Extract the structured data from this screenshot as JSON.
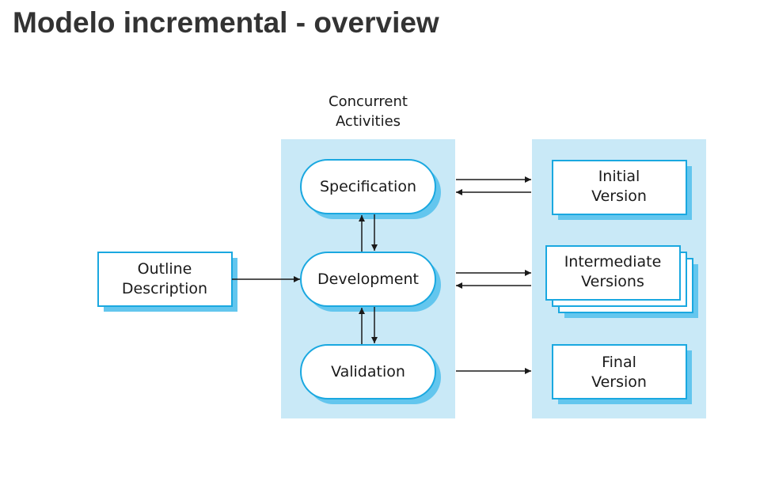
{
  "slide": {
    "title": "Modelo incremental - overview"
  },
  "diagram": {
    "concurrent_label": [
      "Concurrent",
      "Activities"
    ],
    "outline": [
      "Outline",
      "Description"
    ],
    "activities": {
      "specification": "Specification",
      "development": "Development",
      "validation": "Validation"
    },
    "versions": {
      "initial": [
        "Initial",
        "Version"
      ],
      "intermediate": [
        "Intermediate",
        "Versions"
      ],
      "final": [
        "Final",
        "Version"
      ]
    },
    "colors": {
      "panel": "#c9e9f7",
      "stroke": "#1aa8e0",
      "shadow": "#63c6ee",
      "arrow": "#1a1a1a"
    }
  }
}
